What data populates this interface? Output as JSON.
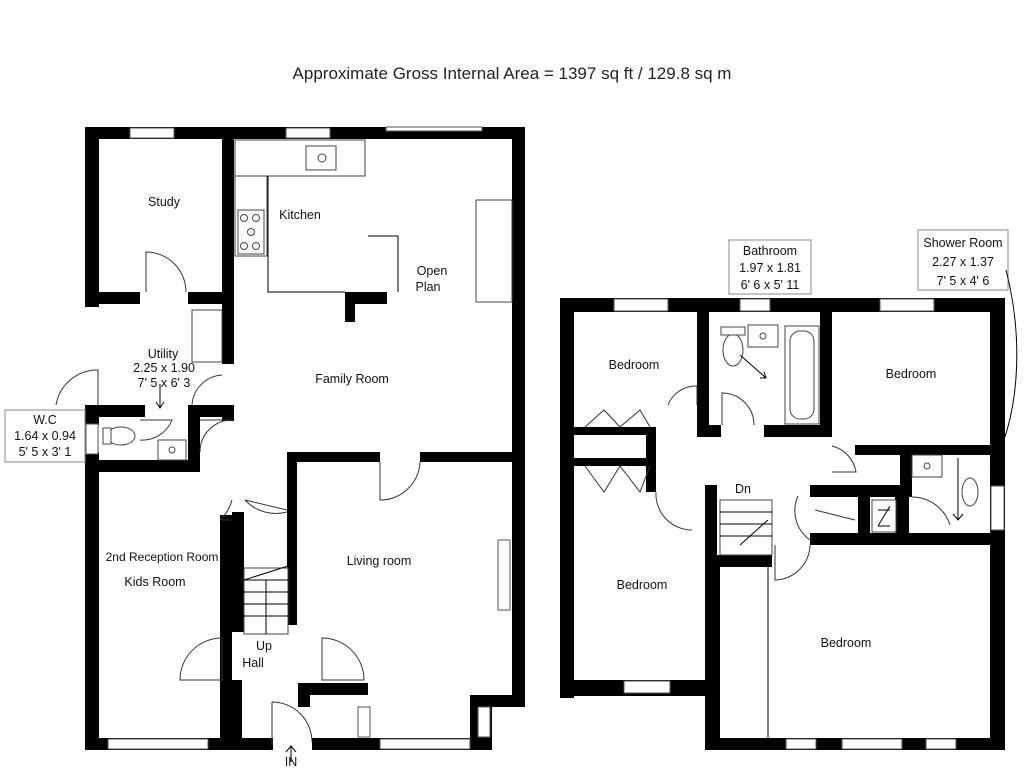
{
  "title": "Approximate Gross Internal Area = 1397 sq ft / 129.8 sq m",
  "ground_floor": {
    "study": "Study",
    "kitchen": "Kitchen",
    "open_plan_1": "Open",
    "open_plan_2": "Plan",
    "utility": {
      "name": "Utility",
      "metric": "2.25 x 1.90",
      "imperial": "7' 5 x 6' 3"
    },
    "family_room": "Family Room",
    "wc": {
      "name": "W.C",
      "metric": "1.64 x 0.94",
      "imperial": "5' 5 x 3' 1"
    },
    "reception_1": "2nd Reception Room",
    "reception_2": "Kids Room",
    "living_room": "Living room",
    "stairs_up": "Up",
    "hall": "Hall",
    "entrance": "IN"
  },
  "first_floor": {
    "bathroom": {
      "name": "Bathroom",
      "metric": "1.97 x 1.81",
      "imperial": "6' 6 x 5' 11"
    },
    "shower_room": {
      "name": "Shower Room",
      "metric": "2.27 x 1.37",
      "imperial": "7' 5 x 4' 6"
    },
    "bedroom_a": "Bedroom",
    "bedroom_b": "Bedroom",
    "bedroom_c": "Bedroom",
    "bedroom_d": "Bedroom",
    "stairs_down": "Dn"
  },
  "colors": {
    "wall": "#000000",
    "background": "#ffffff"
  }
}
